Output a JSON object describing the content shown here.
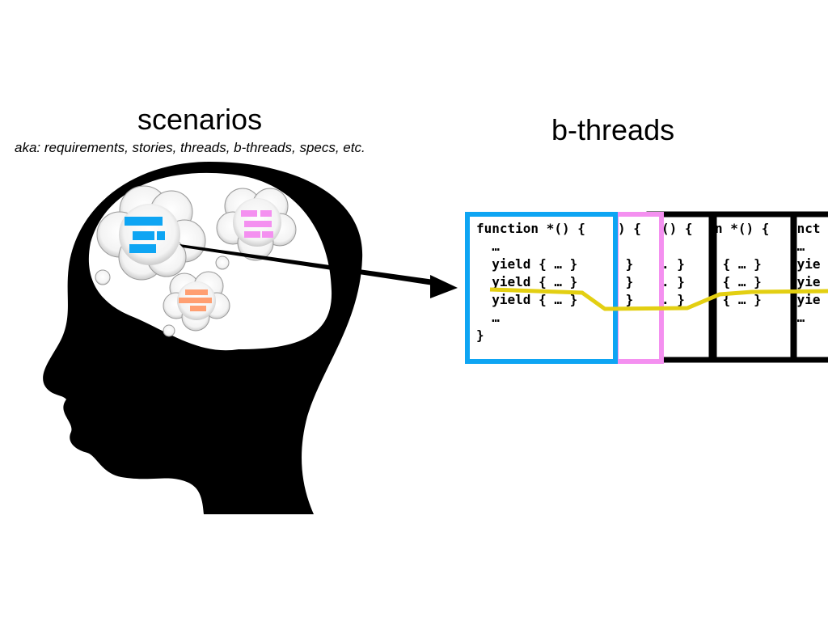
{
  "headings": {
    "scenarios": "scenarios",
    "scenarios_subtitle": "aka: requirements, stories, threads, b-threads, specs, etc.",
    "bthreads": "b-threads"
  },
  "code": {
    "main": "function *() {\n  …\n  yield { … }\n  yield { … }\n  yield { … }\n  …\n}",
    "fragment_pink": ") {\n\n }\n }\n }",
    "fragment_black_1": "() {\n\n. }\n. }\n. }",
    "fragment_black_2": "n *() {\n\n { … }\n { … }\n { … }",
    "fragment_black_3": "unct\n …\n yie\n yie\n yie\n …"
  },
  "colors": {
    "blue": "#0ea5f3",
    "pink": "#f490f0",
    "orange": "#ff9f72",
    "yellow": "#e3cf12",
    "black": "#000000",
    "white": "#ffffff"
  },
  "icons": [
    "head-silhouette",
    "thought-cloud",
    "arrow",
    "yield-path"
  ]
}
